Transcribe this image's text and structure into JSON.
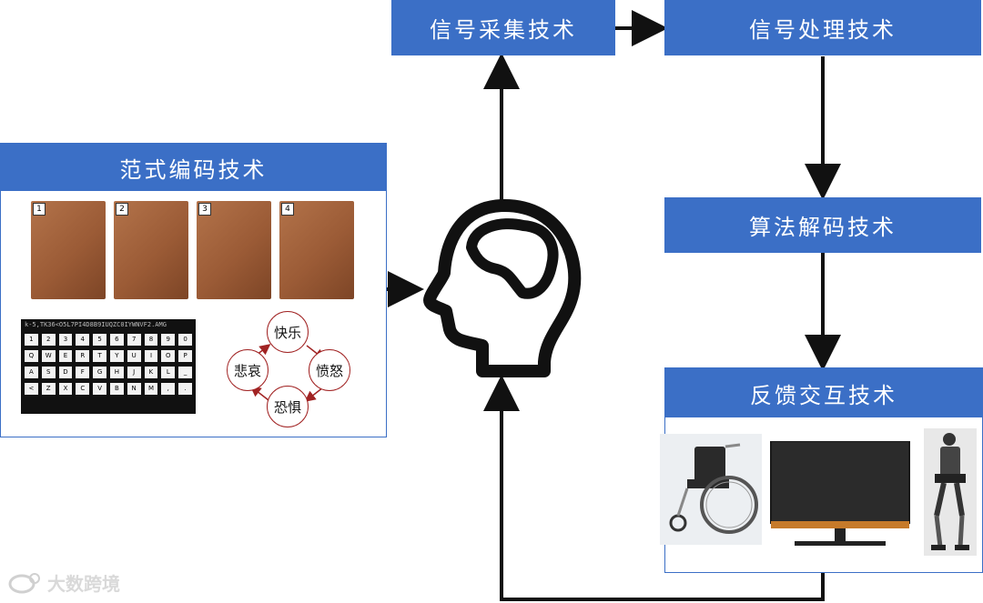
{
  "nodes": {
    "signal_acquisition": "信号采集技术",
    "signal_processing": "信号处理技术",
    "algorithm_decoding": "算法解码技术",
    "feedback_interaction": "反馈交互技术",
    "paradigm_encoding": "范式编码技术"
  },
  "gestures": [
    "1",
    "2",
    "3",
    "4"
  ],
  "keyboard": {
    "readout": "k-5,TK36<O5L7PI4D8B9IUQZC0IYWNVF2.AMG",
    "rows": [
      [
        "1",
        "2",
        "3",
        "4",
        "5",
        "6",
        "7",
        "8",
        "9",
        "0"
      ],
      [
        "Q",
        "W",
        "E",
        "R",
        "T",
        "Y",
        "U",
        "I",
        "O",
        "P"
      ],
      [
        "A",
        "S",
        "D",
        "F",
        "G",
        "H",
        "J",
        "K",
        "L",
        "_"
      ],
      [
        "<",
        "Z",
        "X",
        "C",
        "V",
        "B",
        "N",
        "M",
        ",",
        "."
      ]
    ]
  },
  "emotions": {
    "happy": "快乐",
    "angry": "愤怒",
    "fear": "恐惧",
    "sad": "悲哀"
  },
  "devices": [
    "wheelchair-image",
    "monitor-image",
    "exoskeleton-image"
  ],
  "watermark": "大数跨境",
  "colors": {
    "box": "#3b6fc6",
    "arrow": "#111111",
    "emotion_ring": "#a12323"
  }
}
